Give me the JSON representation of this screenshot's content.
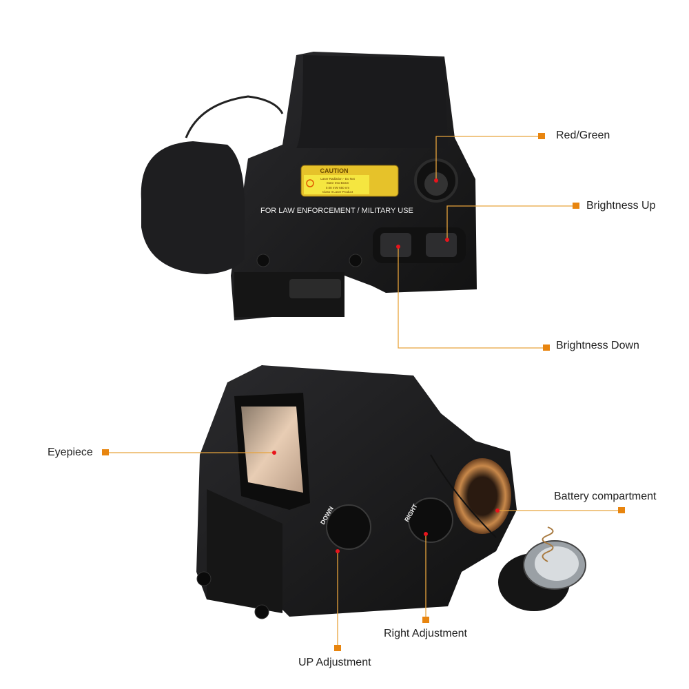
{
  "colors": {
    "leader": "#e8a33c",
    "marker": "#e8850f",
    "dot": "#e8141c",
    "body": "#1c1c1e"
  },
  "device_text": {
    "caution_title": "CAUTION",
    "caution_line1": "Laser Radiation - Do Not",
    "caution_line2": "Stare Into Beam",
    "caution_line3": "0.08 mW  650 nm",
    "caution_line4": "Class II Laser Product",
    "usage": "FOR LAW ENFORCEMENT / MILITARY USE",
    "dial_down": "DOWN",
    "dial_right": "RIGHT"
  },
  "callouts": {
    "red_green": "Red/Green",
    "brightness_up": "Brightness Up",
    "brightness_down": "Brightness Down",
    "eyepiece": "Eyepiece",
    "battery": "Battery compartment",
    "right_adjustment": "Right Adjustment",
    "up_adjustment": "UP Adjustment"
  }
}
